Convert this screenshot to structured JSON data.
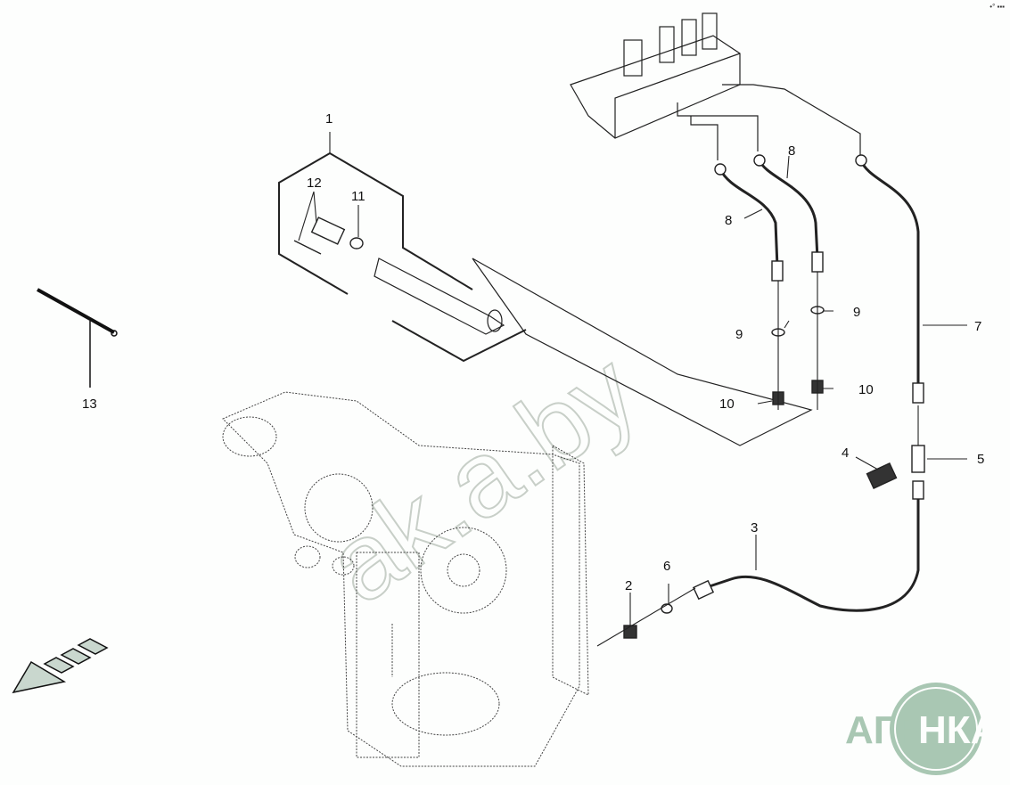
{
  "diagram": {
    "title": "Hydraulic line assembly – exploded parts view",
    "callouts": [
      {
        "id": "c1",
        "text": "1"
      },
      {
        "id": "c2",
        "text": "2"
      },
      {
        "id": "c3",
        "text": "3"
      },
      {
        "id": "c4",
        "text": "4"
      },
      {
        "id": "c5",
        "text": "5"
      },
      {
        "id": "c6",
        "text": "6"
      },
      {
        "id": "c7",
        "text": "7"
      },
      {
        "id": "c8a",
        "text": "8"
      },
      {
        "id": "c8b",
        "text": "8"
      },
      {
        "id": "c9a",
        "text": "9"
      },
      {
        "id": "c9b",
        "text": "9"
      },
      {
        "id": "c10a",
        "text": "10"
      },
      {
        "id": "c10b",
        "text": "10"
      },
      {
        "id": "c11",
        "text": "11"
      },
      {
        "id": "c12",
        "text": "12"
      },
      {
        "id": "c13",
        "text": "13"
      }
    ],
    "direction_arrow": "direction-arrow-icon",
    "watermark": "ak.a.by",
    "logo": {
      "left": "АГРО",
      "right": "НКА",
      "color": "#a9c7b3"
    },
    "corner_mark": "•° ▪▪▪"
  }
}
